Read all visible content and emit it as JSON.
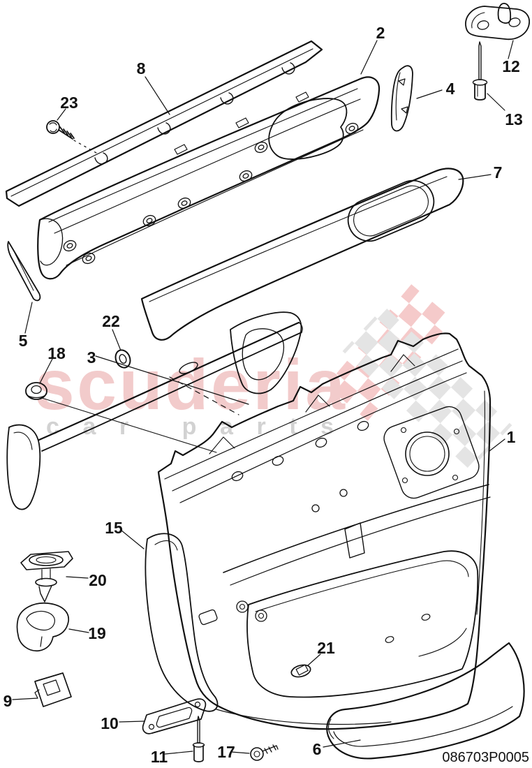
{
  "diagram_title": "door trim panel exploded parts diagram",
  "part_code": "086703P0005",
  "watermark": {
    "brand": "scuderia",
    "tagline": "car parts",
    "brand_color": "#f2cbcb",
    "tagline_color": "#d2d2d2",
    "checker_pink": "#f5caca",
    "checker_gray": "#e4e4e4"
  },
  "line_color": "#111111",
  "callouts": {
    "c1": "1",
    "c2": "2",
    "c3": "3",
    "c4": "4",
    "c5": "5",
    "c6": "6",
    "c7": "7",
    "c8": "8",
    "c9": "9",
    "c10": "10",
    "c11": "11",
    "c12": "12",
    "c13": "13",
    "c15": "15",
    "c17": "17",
    "c18": "18",
    "c19": "19",
    "c20": "20",
    "c21": "21",
    "c22": "22",
    "c23": "23"
  }
}
